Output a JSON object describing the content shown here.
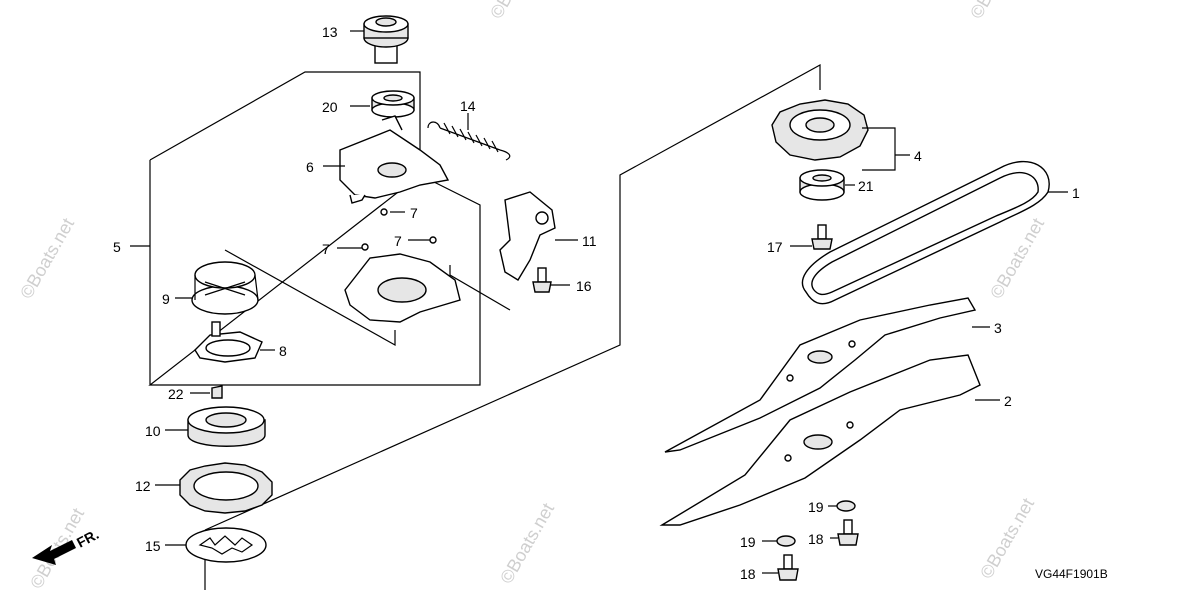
{
  "diagram": {
    "code": "VG44F1901B",
    "watermark": "©Boats.net",
    "direction": "FR.",
    "labels": {
      "p1": "1",
      "p2": "2",
      "p3": "3",
      "p4": "4",
      "p5": "5",
      "p6": "6",
      "p7a": "7",
      "p7b": "7",
      "p7c": "7",
      "p8": "8",
      "p9": "9",
      "p10": "10",
      "p11": "11",
      "p12": "12",
      "p13": "13",
      "p14": "14",
      "p15": "15",
      "p16": "16",
      "p17": "17",
      "p18a": "18",
      "p18b": "18",
      "p19a": "19",
      "p19b": "19",
      "p20": "20",
      "p21": "21",
      "p22": "22"
    }
  }
}
